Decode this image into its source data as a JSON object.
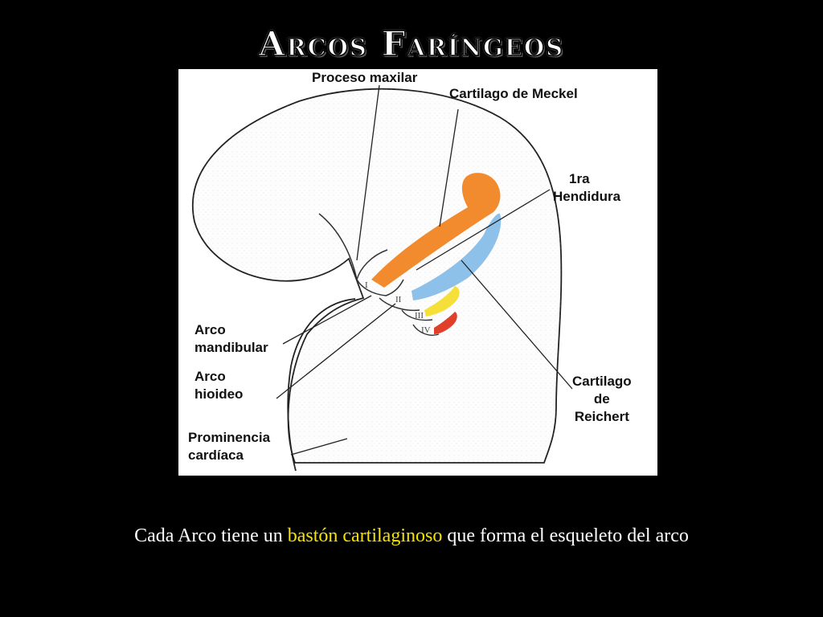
{
  "slide": {
    "title": "Arcos Faríngeos"
  },
  "diagram": {
    "labels": {
      "proceso_maxilar": "Proceso maxilar",
      "cartilago_meckel": "Cartilago de Meckel",
      "hendidura": [
        "1ra",
        "Hendidura"
      ],
      "arco_mandibular": [
        "Arco",
        "mandibular"
      ],
      "arco_hioideo": [
        "Arco",
        "hioideo"
      ],
      "prominencia_cardiaca": [
        "Prominencia",
        "cardíaca"
      ],
      "cartilago_reichert": [
        "Cartilago",
        "de",
        "Reichert"
      ]
    },
    "arch_numerals": [
      "I",
      "II",
      "III",
      "IV"
    ],
    "colors": {
      "meckel": "#f28a2e",
      "reichert": "#8ec1ea",
      "arch3": "#f5e03a",
      "arch4": "#e0402a"
    }
  },
  "caption": {
    "before": "Cada Arco tiene un ",
    "highlight": "bastón cartilaginoso",
    "after": " que forma el esqueleto del arco",
    "highlight_color": "#f5e200"
  }
}
